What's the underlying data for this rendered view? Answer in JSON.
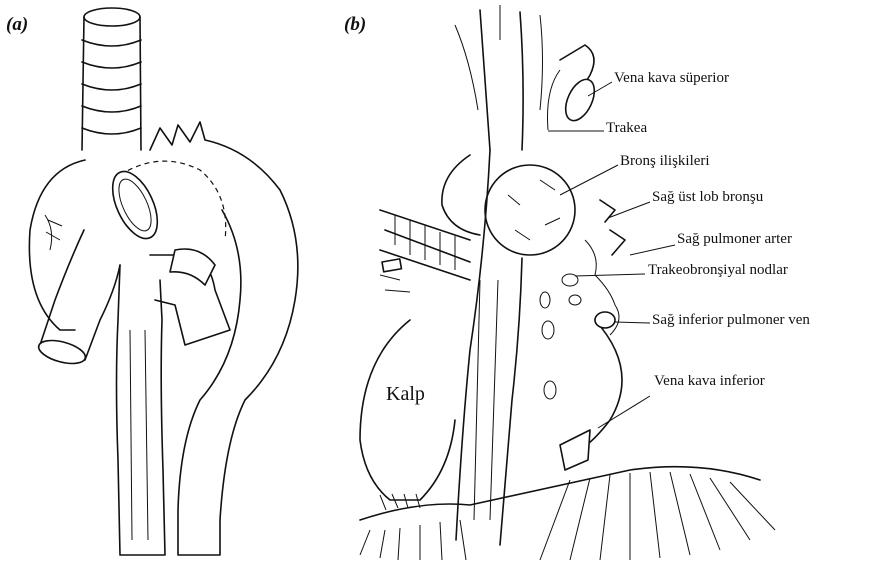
{
  "panels": {
    "a": {
      "label": "(a)"
    },
    "b": {
      "label": "(b)"
    }
  },
  "labels": {
    "vena_kava_superior": "Vena kava süperior",
    "trakea": "Trakea",
    "brons_iliskileri": "Bronş ilişkileri",
    "sag_ust_lob_bronsu": "Sağ üst lob bronşu",
    "sag_pulmoner_arter": "Sağ pulmoner arter",
    "trakeobronsiyal_nodlar": "Trakeobronşiyal nodlar",
    "sag_inferior_pulmoner_ven": "Sağ inferior pulmoner ven",
    "vena_kava_inferior": "Vena kava  inferior",
    "kalp": "Kalp"
  }
}
